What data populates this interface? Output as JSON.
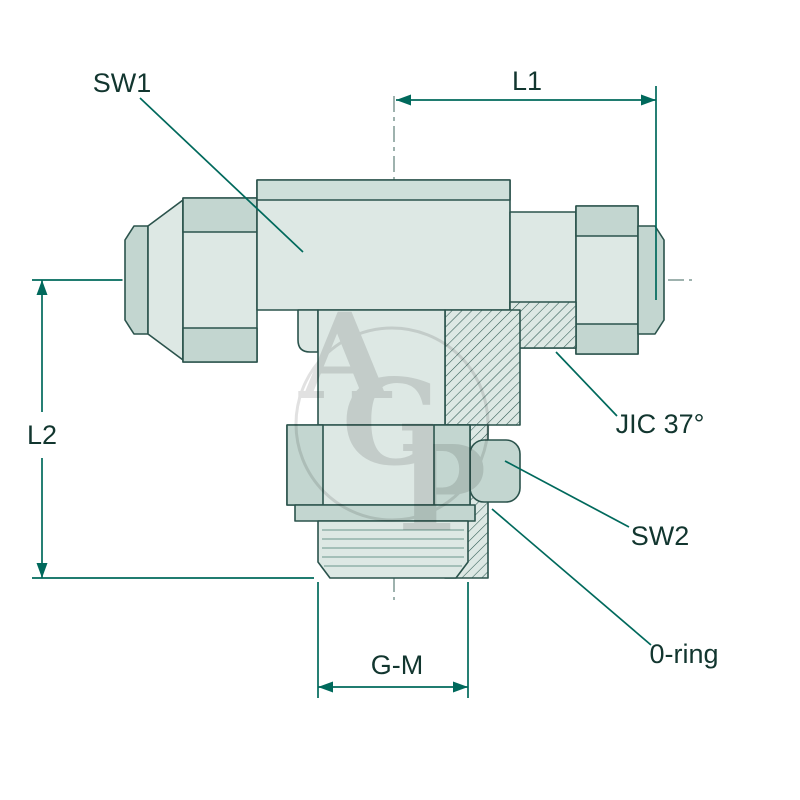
{
  "diagram": {
    "watermark": "AGP",
    "watermark_letters": [
      "A",
      "G",
      "P"
    ],
    "labels": {
      "sw1": "SW1",
      "l1": "L1",
      "l2": "L2",
      "jic": "JIC 37°",
      "sw2": "SW2",
      "oring": "0-ring",
      "gm": "G-M"
    },
    "colors": {
      "dimension_line": "#00695c",
      "label_text": "#12362f",
      "part_outline": "#2b534c",
      "part_fill_light": "#dde8e4",
      "part_fill_mid": "#c3d6d0",
      "part_fill_band": "#cfe0da",
      "hatch_line": "#2e5a52",
      "watermark_gray": "#c9c9c9",
      "background": "#ffffff"
    }
  }
}
